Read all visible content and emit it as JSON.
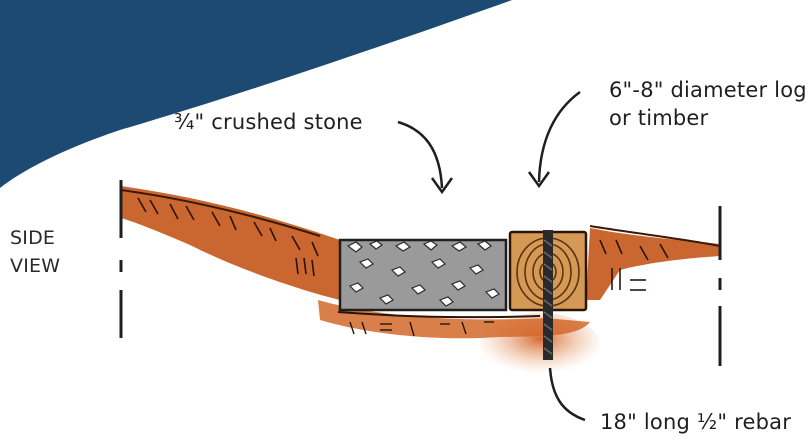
{
  "labels": {
    "crushed_stone": "¾\" crushed stone",
    "log_line1": "6\"-8\" diameter log",
    "log_line2": "or timber",
    "rebar": "18\" long ½\" rebar",
    "side_line1": "SIDE",
    "side_line2": "VIEW"
  },
  "colors": {
    "banner": "#1c4a73",
    "soil": "#c65a1e",
    "soil_light": "#e8a070",
    "stone_fill": "#9a9a9a",
    "timber": "#d49a55",
    "ink": "#1f1f1f"
  }
}
